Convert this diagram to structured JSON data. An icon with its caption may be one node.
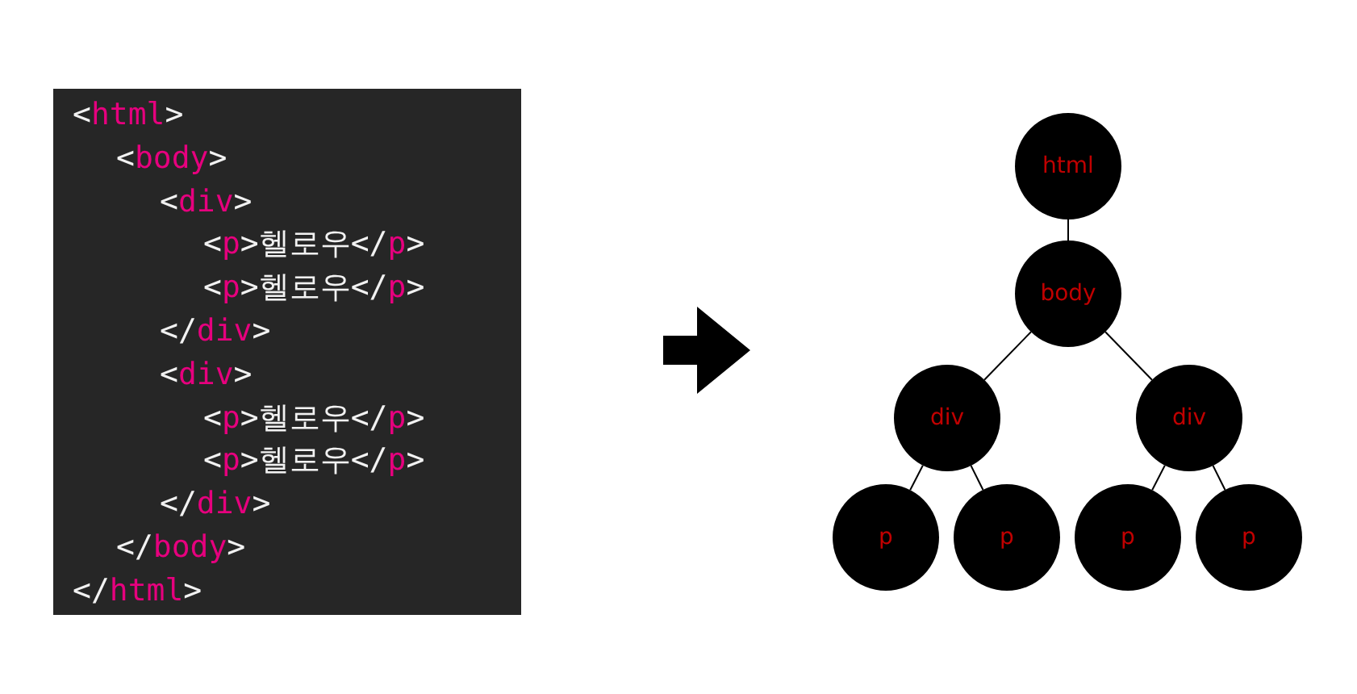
{
  "diagram": {
    "nodes": [
      {
        "text": [
          "<html>",
          "<body>",
          "<div>",
          "<p>헬로우</p>",
          "<p>헬로우</p>",
          "</div>",
          "<div>",
          "<p>헬로우</p>",
          "<p>헬로우</p>",
          "</div>",
          "</body>",
          "</html>"
        ]
      },
      {
        "text": [
          "html"
        ]
      },
      {
        "text": [
          "body"
        ]
      },
      {
        "text": [
          "div"
        ]
      },
      {
        "text": [
          "div"
        ]
      },
      {
        "text": [
          "p"
        ]
      },
      {
        "text": [
          "p"
        ]
      },
      {
        "text": [
          "p"
        ]
      },
      {
        "text": [
          "p"
        ]
      }
    ],
    "edges": [
      {
        "from": 1,
        "to": 2,
        "arrow": "none"
      },
      {
        "from": 2,
        "to": 3,
        "arrow": "none"
      },
      {
        "from": 2,
        "to": 4,
        "arrow": "none"
      },
      {
        "from": 3,
        "to": 5,
        "arrow": "none"
      },
      {
        "from": 3,
        "to": 6,
        "arrow": "none"
      },
      {
        "from": 4,
        "to": 7,
        "arrow": "none"
      },
      {
        "from": 4,
        "to": 8,
        "arrow": "none"
      }
    ]
  }
}
